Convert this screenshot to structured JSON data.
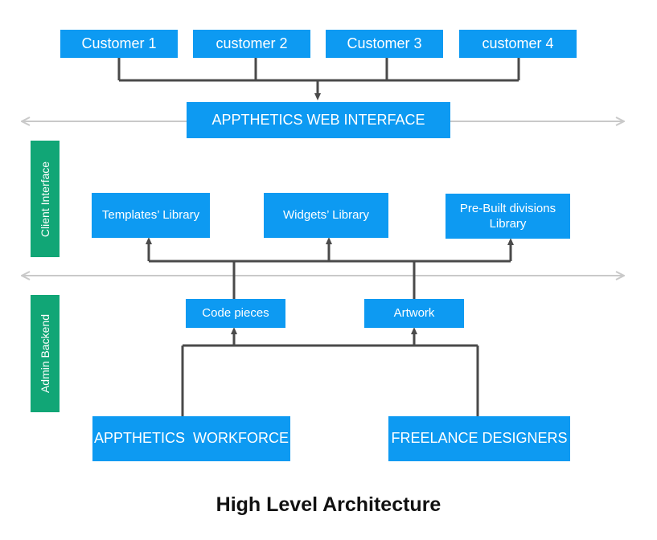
{
  "customers": [
    "Customer 1",
    "customer 2",
    "Customer 3",
    "customer 4"
  ],
  "web_interface": "APPTHETICS WEB INTERFACE",
  "libraries": {
    "templates": "Templates’ Library",
    "widgets": "Widgets’ Library",
    "prebuilt_line1": "Pre-Built divisions",
    "prebuilt_line2": "Library"
  },
  "sources": {
    "code_pieces": "Code pieces",
    "artwork": "Artwork"
  },
  "producers": {
    "workforce": "APPTHETICS  WORKFORCE",
    "freelance": "FREELANCE DESIGNERS"
  },
  "side_labels": {
    "client": "Client Interface",
    "admin": "Admin Backend"
  },
  "caption": "High Level Architecture",
  "colors": {
    "box": "#0d9af2",
    "side_label": "#11a676",
    "connector": "#4a4a4a",
    "divider": "#c9c9c9"
  }
}
